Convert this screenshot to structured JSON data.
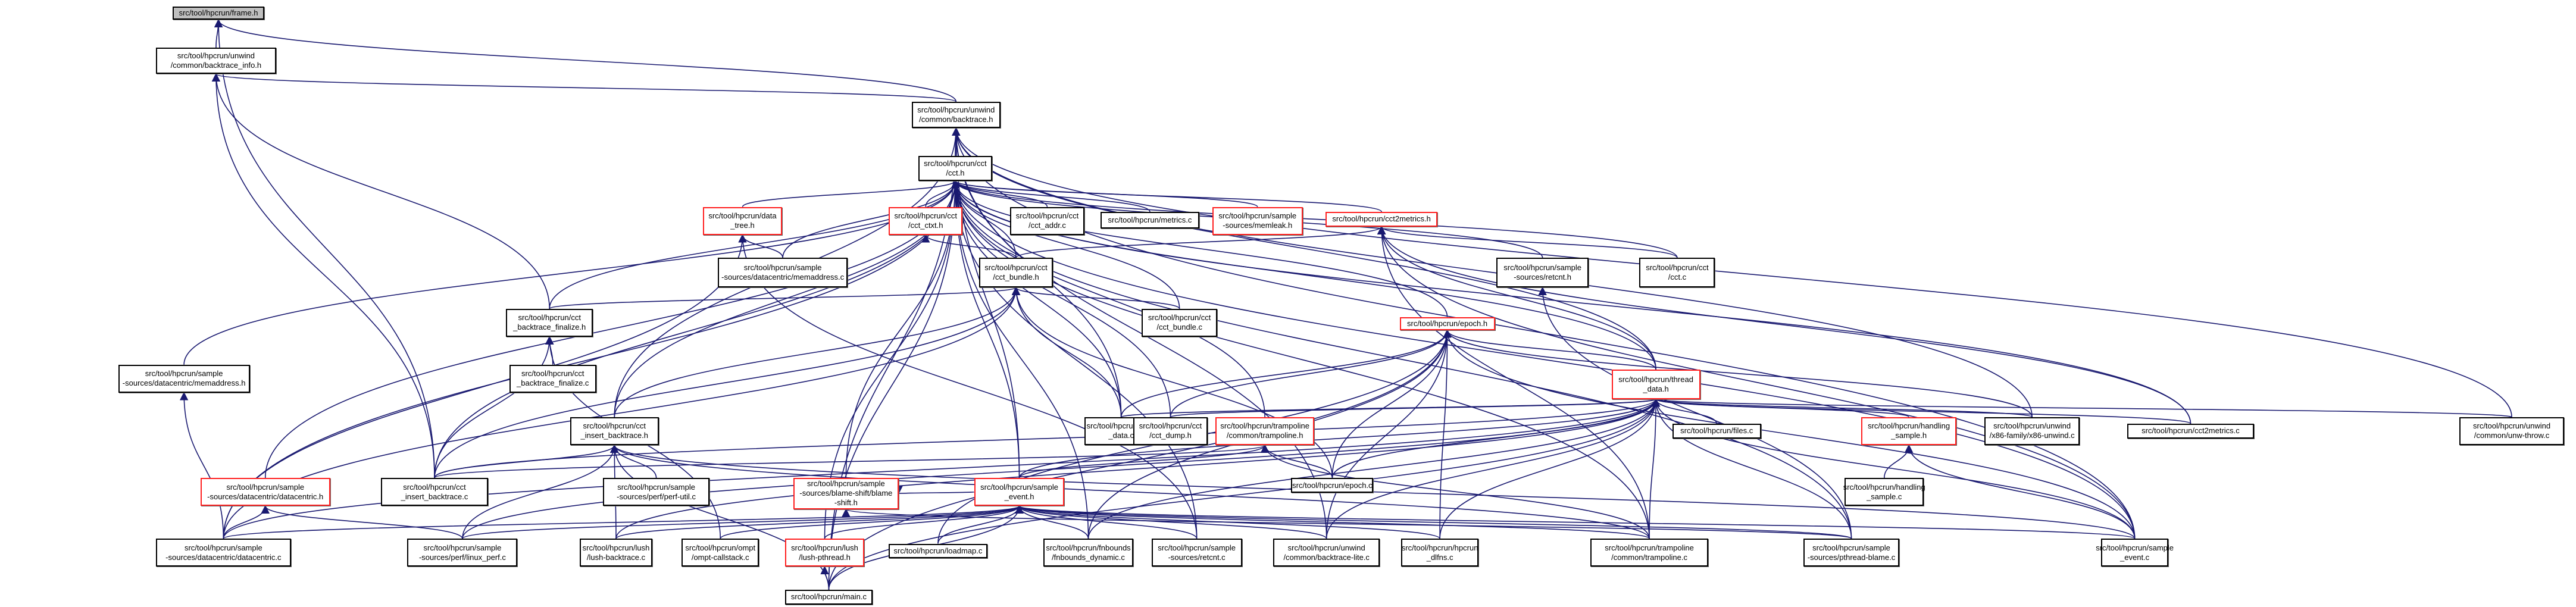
{
  "title": "src/tool/hpcrun/frame.h include dependency graph",
  "colors": {
    "edge": "#191970",
    "root_fill": "#bfbfbf",
    "red_border": "#ff0000"
  },
  "nodes": [
    {
      "id": "frame_h",
      "label": "src/tool/hpcrun/frame.h",
      "style": "root"
    },
    {
      "id": "bt_info_h",
      "label": "src/tool/hpcrun/unwind\n/common/backtrace_info.h",
      "style": "normal"
    },
    {
      "id": "backtrace_h",
      "label": "src/tool/hpcrun/unwind\n/common/backtrace.h",
      "style": "normal"
    },
    {
      "id": "cct_h",
      "label": "src/tool/hpcrun/cct\n/cct.h",
      "style": "normal"
    },
    {
      "id": "data_tree_h",
      "label": "src/tool/hpcrun/data\n_tree.h",
      "style": "red"
    },
    {
      "id": "memaddress_c",
      "label": "src/tool/hpcrun/sample\n-sources/datacentric/memaddress.c",
      "style": "normal"
    },
    {
      "id": "cct_ctxt_h",
      "label": "src/tool/hpcrun/cct\n/cct_ctxt.h",
      "style": "red"
    },
    {
      "id": "cct_addr_c",
      "label": "src/tool/hpcrun/cct\n/cct_addr.c",
      "style": "normal"
    },
    {
      "id": "metrics_c",
      "label": "src/tool/hpcrun/metrics.c",
      "style": "normal"
    },
    {
      "id": "memleak_h",
      "label": "src/tool/hpcrun/sample\n-sources/memleak.h",
      "style": "red"
    },
    {
      "id": "cct2metrics_h",
      "label": "src/tool/hpcrun/cct2metrics.h",
      "style": "red"
    },
    {
      "id": "cct_bundle_h",
      "label": "src/tool/hpcrun/cct\n/cct_bundle.h",
      "style": "normal"
    },
    {
      "id": "retcnt_h",
      "label": "src/tool/hpcrun/sample\n-sources/retcnt.h",
      "style": "normal"
    },
    {
      "id": "cct_c",
      "label": "src/tool/hpcrun/cct\n/cct.c",
      "style": "normal"
    },
    {
      "id": "finalize_h",
      "label": "src/tool/hpcrun/cct\n_backtrace_finalize.h",
      "style": "normal"
    },
    {
      "id": "epoch_h",
      "label": "src/tool/hpcrun/epoch.h",
      "style": "red"
    },
    {
      "id": "cct_bundle_c",
      "label": "src/tool/hpcrun/cct\n/cct_bundle.c",
      "style": "normal"
    },
    {
      "id": "memaddress_h",
      "label": "src/tool/hpcrun/sample\n-sources/datacentric/memaddress.h",
      "style": "normal"
    },
    {
      "id": "finalize_c",
      "label": "src/tool/hpcrun/cct\n_backtrace_finalize.c",
      "style": "normal"
    },
    {
      "id": "thread_data_h",
      "label": "src/tool/hpcrun/thread\n_data.h",
      "style": "red"
    },
    {
      "id": "write_data_c",
      "label": "src/tool/hpcrun/write\n_data.c",
      "style": "normal"
    },
    {
      "id": "cct_dump_h",
      "label": "src/tool/hpcrun/cct\n/cct_dump.h",
      "style": "normal"
    },
    {
      "id": "trampoline_h",
      "label": "src/tool/hpcrun/trampoline\n/common/trampoline.h",
      "style": "red"
    },
    {
      "id": "files_c",
      "label": "src/tool/hpcrun/files.c",
      "style": "normal"
    },
    {
      "id": "handling_sample_h",
      "label": "src/tool/hpcrun/handling\n_sample.h",
      "style": "red"
    },
    {
      "id": "x86_unwind_c",
      "label": "src/tool/hpcrun/unwind\n/x86-family/x86-unwind.c",
      "style": "normal"
    },
    {
      "id": "cct2metrics_c",
      "label": "src/tool/hpcrun/cct2metrics.c",
      "style": "normal"
    },
    {
      "id": "unw_throw_c",
      "label": "src/tool/hpcrun/unwind\n/common/unw-throw.c",
      "style": "normal"
    },
    {
      "id": "insert_bt_h",
      "label": "src/tool/hpcrun/cct\n_insert_backtrace.h",
      "style": "normal"
    },
    {
      "id": "datacentric_h",
      "label": "src/tool/hpcrun/sample\n-sources/datacentric/datacentric.h",
      "style": "red"
    },
    {
      "id": "insert_bt_c",
      "label": "src/tool/hpcrun/cct\n_insert_backtrace.c",
      "style": "normal"
    },
    {
      "id": "perf_util_c",
      "label": "src/tool/hpcrun/sample\n-sources/perf/perf-util.c",
      "style": "normal"
    },
    {
      "id": "blame_shift_h",
      "label": "src/tool/hpcrun/sample\n-sources/blame-shift/blame\n-shift.h",
      "style": "red"
    },
    {
      "id": "sample_event_h",
      "label": "src/tool/hpcrun/sample\n_event.h",
      "style": "red"
    },
    {
      "id": "epoch_c",
      "label": "src/tool/hpcrun/epoch.c",
      "style": "normal"
    },
    {
      "id": "handling_sample_c",
      "label": "src/tool/hpcrun/handling\n_sample.c",
      "style": "normal"
    },
    {
      "id": "datacentric_c",
      "label": "src/tool/hpcrun/sample\n-sources/datacentric/datacentric.c",
      "style": "normal"
    },
    {
      "id": "linux_perf_c",
      "label": "src/tool/hpcrun/sample\n-sources/perf/linux_perf.c",
      "style": "normal"
    },
    {
      "id": "lush_backtrace_c",
      "label": "src/tool/hpcrun/lush\n/lush-backtrace.c",
      "style": "normal"
    },
    {
      "id": "ompt_callstack_c",
      "label": "src/tool/hpcrun/ompt\n/ompt-callstack.c",
      "style": "normal"
    },
    {
      "id": "lush_pthread_h",
      "label": "src/tool/hpcrun/lush\n/lush-pthread.h",
      "style": "red"
    },
    {
      "id": "loadmap_c",
      "label": "src/tool/hpcrun/loadmap.c",
      "style": "normal"
    },
    {
      "id": "fnbounds_dynamic_c",
      "label": "src/tool/hpcrun/fnbounds\n/fnbounds_dynamic.c",
      "style": "normal"
    },
    {
      "id": "retcnt_c",
      "label": "src/tool/hpcrun/sample\n-sources/retcnt.c",
      "style": "normal"
    },
    {
      "id": "backtrace_lite_c",
      "label": "src/tool/hpcrun/unwind\n/common/backtrace-lite.c",
      "style": "normal"
    },
    {
      "id": "dlfns_c",
      "label": "src/tool/hpcrun/hpcrun\n_dlfns.c",
      "style": "normal"
    },
    {
      "id": "trampoline_c",
      "label": "src/tool/hpcrun/trampoline\n/common/trampoline.c",
      "style": "normal"
    },
    {
      "id": "pthread_blame_c",
      "label": "src/tool/hpcrun/sample\n-sources/pthread-blame.c",
      "style": "normal"
    },
    {
      "id": "sample_event_c",
      "label": "src/tool/hpcrun/sample\n_event.c",
      "style": "normal"
    },
    {
      "id": "main_c",
      "label": "src/tool/hpcrun/main.c",
      "style": "normal"
    }
  ],
  "edges": [
    [
      "bt_info_h",
      "frame_h"
    ],
    [
      "backtrace_h",
      "frame_h"
    ],
    [
      "insert_bt_c",
      "frame_h"
    ],
    [
      "backtrace_h",
      "bt_info_h"
    ],
    [
      "finalize_h",
      "bt_info_h"
    ],
    [
      "insert_bt_c",
      "bt_info_h"
    ],
    [
      "cct_h",
      "backtrace_h"
    ],
    [
      "thread_data_h",
      "backtrace_h"
    ],
    [
      "sample_event_c",
      "backtrace_h"
    ],
    [
      "unw_throw_c",
      "backtrace_h"
    ],
    [
      "x86_unwind_c",
      "backtrace_h"
    ],
    [
      "main_c",
      "backtrace_h"
    ],
    [
      "insert_bt_h",
      "backtrace_h"
    ],
    [
      "sample_event_h",
      "backtrace_h"
    ],
    [
      "backtrace_lite_c",
      "backtrace_h"
    ],
    [
      "write_data_c",
      "backtrace_h"
    ],
    [
      "data_tree_h",
      "cct_h"
    ],
    [
      "cct_ctxt_h",
      "cct_h"
    ],
    [
      "cct_addr_c",
      "cct_h"
    ],
    [
      "metrics_c",
      "cct_h"
    ],
    [
      "memleak_h",
      "cct_h"
    ],
    [
      "cct2metrics_h",
      "cct_h"
    ],
    [
      "cct_bundle_h",
      "cct_h"
    ],
    [
      "retcnt_h",
      "cct_h"
    ],
    [
      "cct_c",
      "cct_h"
    ],
    [
      "finalize_h",
      "cct_h"
    ],
    [
      "epoch_h",
      "cct_h"
    ],
    [
      "cct_bundle_c",
      "cct_h"
    ],
    [
      "memaddress_h",
      "cct_h"
    ],
    [
      "thread_data_h",
      "cct_h"
    ],
    [
      "write_data_c",
      "cct_h"
    ],
    [
      "cct_dump_h",
      "cct_h"
    ],
    [
      "trampoline_h",
      "cct_h"
    ],
    [
      "insert_bt_h",
      "cct_h"
    ],
    [
      "datacentric_h",
      "cct_h"
    ],
    [
      "insert_bt_c",
      "cct_h"
    ],
    [
      "blame_shift_h",
      "cct_h"
    ],
    [
      "sample_event_h",
      "cct_h"
    ],
    [
      "datacentric_c",
      "cct_h"
    ],
    [
      "lush_pthread_h",
      "cct_h"
    ],
    [
      "cct2metrics_c",
      "cct_h"
    ],
    [
      "sample_event_c",
      "cct_h"
    ],
    [
      "main_c",
      "cct_h"
    ],
    [
      "memaddress_c",
      "cct_h"
    ],
    [
      "fnbounds_dynamic_c",
      "cct_h"
    ],
    [
      "retcnt_c",
      "cct_h"
    ],
    [
      "trampoline_c",
      "cct_h"
    ],
    [
      "pthread_blame_c",
      "cct_h"
    ],
    [
      "memaddress_c",
      "data_tree_h"
    ],
    [
      "datacentric_c",
      "data_tree_h"
    ],
    [
      "retcnt_c",
      "data_tree_h"
    ],
    [
      "cct_bundle_h",
      "cct_ctxt_h"
    ],
    [
      "cct_bundle_h",
      "cct2metrics_h"
    ],
    [
      "thread_data_h",
      "cct2metrics_h"
    ],
    [
      "cct_c",
      "cct2metrics_h"
    ],
    [
      "cct2metrics_c",
      "cct2metrics_h"
    ],
    [
      "sample_event_c",
      "cct2metrics_h"
    ],
    [
      "trampoline_c",
      "cct2metrics_h"
    ],
    [
      "finalize_h",
      "cct_bundle_h"
    ],
    [
      "cct_bundle_c",
      "cct_bundle_h"
    ],
    [
      "insert_bt_h",
      "cct_bundle_h"
    ],
    [
      "insert_bt_c",
      "cct_bundle_h"
    ],
    [
      "datacentric_c",
      "cct_bundle_h"
    ],
    [
      "epoch_c",
      "cct_bundle_h"
    ],
    [
      "write_data_c",
      "cct_bundle_h"
    ],
    [
      "pthread_blame_c",
      "retcnt_h"
    ],
    [
      "finalize_c",
      "finalize_h"
    ],
    [
      "insert_bt_c",
      "finalize_h"
    ],
    [
      "ompt_callstack_c",
      "finalize_h"
    ],
    [
      "thread_data_h",
      "epoch_h"
    ],
    [
      "epoch_c",
      "epoch_h"
    ],
    [
      "write_data_c",
      "epoch_h"
    ],
    [
      "cct_dump_h",
      "epoch_h"
    ],
    [
      "loadmap_c",
      "epoch_h"
    ],
    [
      "fnbounds_dynamic_c",
      "epoch_h"
    ],
    [
      "backtrace_lite_c",
      "epoch_h"
    ],
    [
      "dlfns_c",
      "epoch_h"
    ],
    [
      "main_c",
      "epoch_h"
    ],
    [
      "sample_event_c",
      "epoch_h"
    ],
    [
      "x86_unwind_c",
      "epoch_h"
    ],
    [
      "datacentric_c",
      "memaddress_h"
    ],
    [
      "write_data_c",
      "thread_data_h"
    ],
    [
      "cct_dump_h",
      "thread_data_h"
    ],
    [
      "files_c",
      "thread_data_h"
    ],
    [
      "handling_sample_h",
      "thread_data_h"
    ],
    [
      "x86_unwind_c",
      "thread_data_h"
    ],
    [
      "cct2metrics_c",
      "thread_data_h"
    ],
    [
      "unw_throw_c",
      "thread_data_h"
    ],
    [
      "insert_bt_c",
      "thread_data_h"
    ],
    [
      "sample_event_h",
      "thread_data_h"
    ],
    [
      "epoch_c",
      "thread_data_h"
    ],
    [
      "datacentric_c",
      "thread_data_h"
    ],
    [
      "linux_perf_c",
      "thread_data_h"
    ],
    [
      "lush_backtrace_c",
      "thread_data_h"
    ],
    [
      "fnbounds_dynamic_c",
      "thread_data_h"
    ],
    [
      "backtrace_lite_c",
      "thread_data_h"
    ],
    [
      "dlfns_c",
      "thread_data_h"
    ],
    [
      "trampoline_c",
      "thread_data_h"
    ],
    [
      "pthread_blame_c",
      "thread_data_h"
    ],
    [
      "sample_event_c",
      "thread_data_h"
    ],
    [
      "main_c",
      "thread_data_h"
    ],
    [
      "sample_event_h",
      "trampoline_h"
    ],
    [
      "epoch_c",
      "trampoline_h"
    ],
    [
      "trampoline_c",
      "trampoline_h"
    ],
    [
      "insert_bt_c",
      "trampoline_h"
    ],
    [
      "handling_sample_c",
      "handling_sample_h"
    ],
    [
      "sample_event_c",
      "handling_sample_h"
    ],
    [
      "insert_bt_c",
      "insert_bt_h"
    ],
    [
      "perf_util_c",
      "insert_bt_h"
    ],
    [
      "linux_perf_c",
      "insert_bt_h"
    ],
    [
      "lush_backtrace_c",
      "insert_bt_h"
    ],
    [
      "main_c",
      "insert_bt_h"
    ],
    [
      "trampoline_c",
      "insert_bt_h"
    ],
    [
      "sample_event_c",
      "insert_bt_h"
    ],
    [
      "datacentric_c",
      "datacentric_h"
    ],
    [
      "linux_perf_c",
      "datacentric_h"
    ],
    [
      "sample_event_h",
      "blame_shift_h"
    ],
    [
      "pthread_blame_c",
      "blame_shift_h"
    ],
    [
      "linux_perf_c",
      "sample_event_h"
    ],
    [
      "lush_backtrace_c",
      "sample_event_h"
    ],
    [
      "ompt_callstack_c",
      "sample_event_h"
    ],
    [
      "lush_pthread_h",
      "sample_event_h"
    ],
    [
      "loadmap_c",
      "sample_event_h"
    ],
    [
      "fnbounds_dynamic_c",
      "sample_event_h"
    ],
    [
      "retcnt_c",
      "sample_event_h"
    ],
    [
      "backtrace_lite_c",
      "sample_event_h"
    ],
    [
      "dlfns_c",
      "sample_event_h"
    ],
    [
      "trampoline_c",
      "sample_event_h"
    ],
    [
      "pthread_blame_c",
      "sample_event_h"
    ],
    [
      "sample_event_c",
      "sample_event_h"
    ],
    [
      "main_c",
      "sample_event_h"
    ],
    [
      "datacentric_c",
      "sample_event_h"
    ],
    [
      "main_c",
      "lush_pthread_h"
    ]
  ]
}
